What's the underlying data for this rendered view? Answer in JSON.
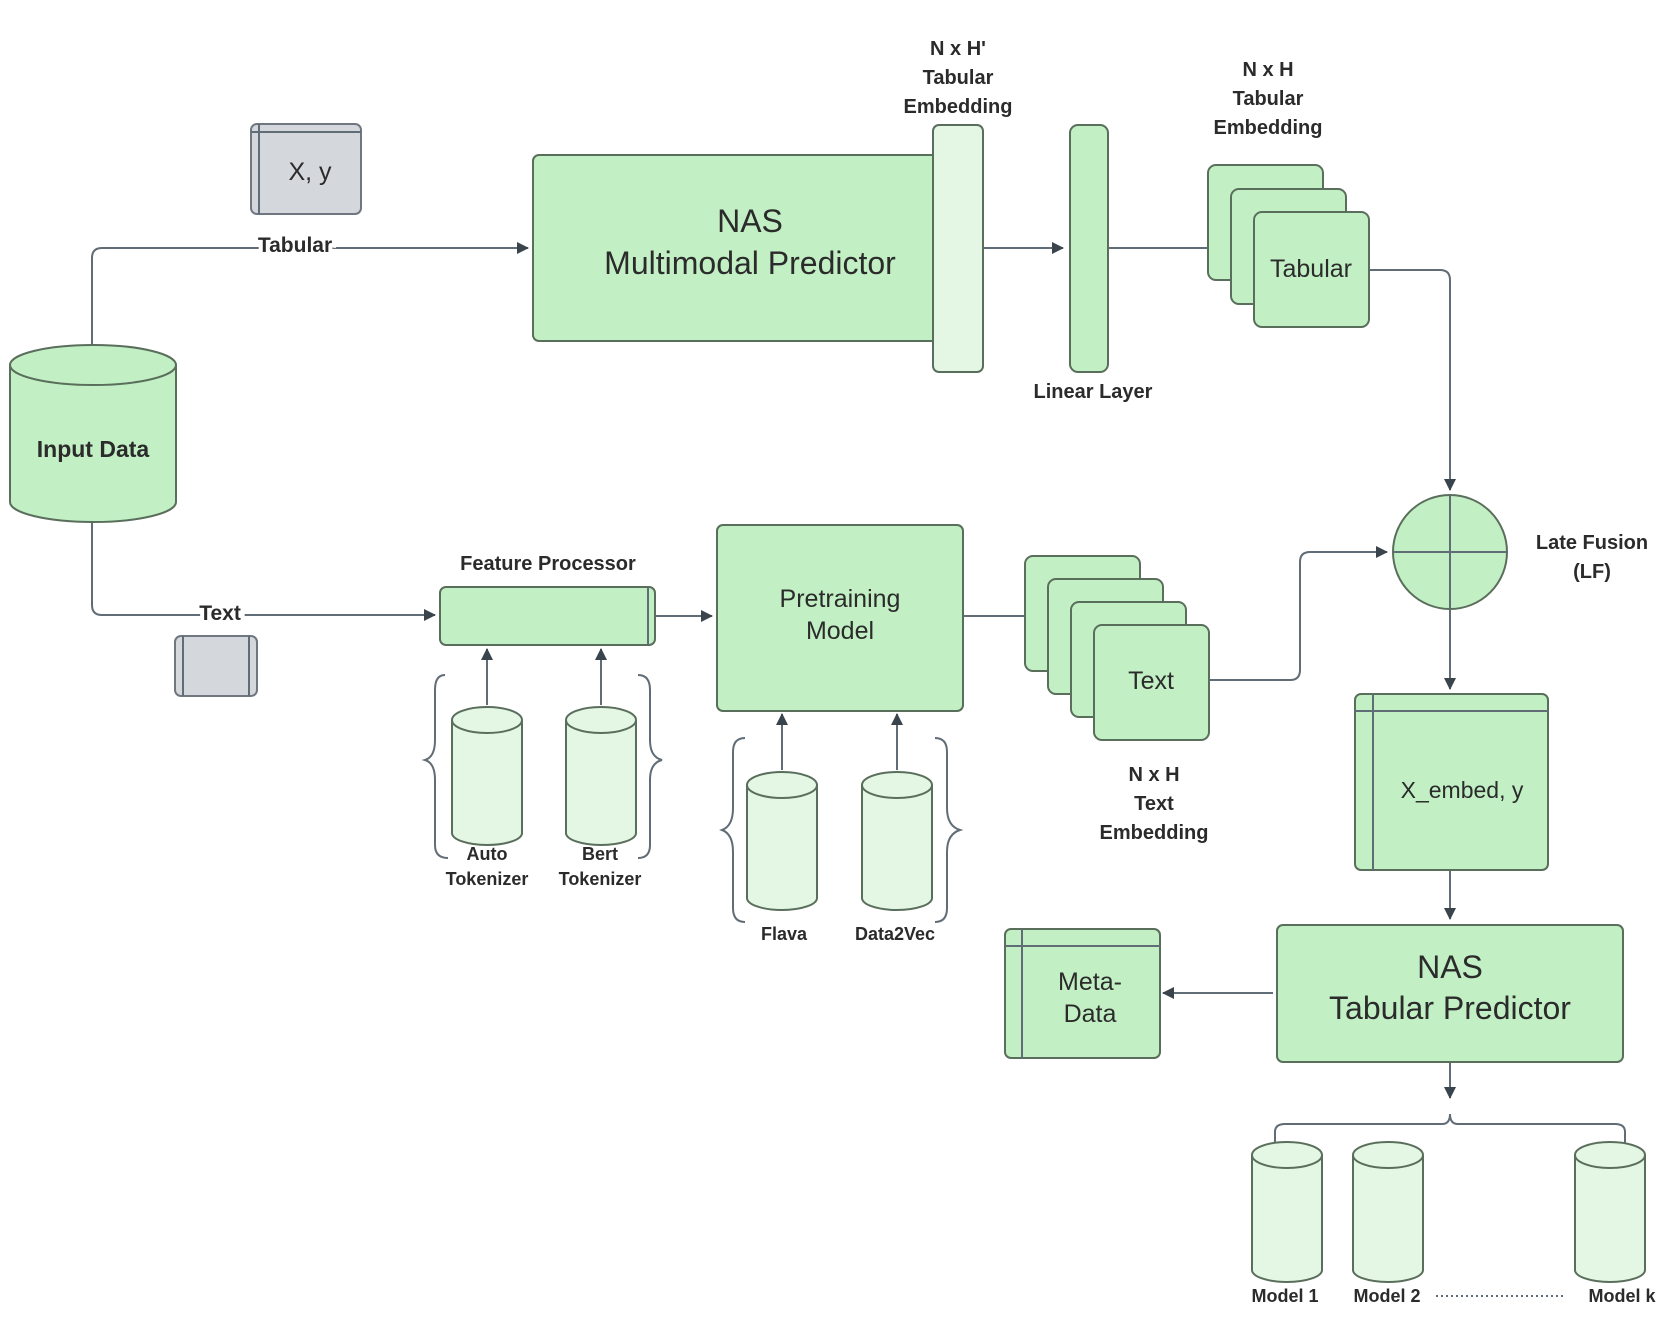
{
  "labels": {
    "xy": "X, y",
    "tabular_edge": "Tabular",
    "text_edge": "Text",
    "input_data": "Input Data",
    "nas_mm_line1": "NAS",
    "nas_mm_line2": "Multimodal Predictor",
    "emb_hprime_line1": "N x H'",
    "emb_hprime_line2": "Tabular",
    "emb_hprime_line3": "Embedding",
    "linear_layer": "Linear Layer",
    "tab_emb_line1": "N x H",
    "tab_emb_line2": "Tabular",
    "tab_emb_line3": "Embedding",
    "tabular_card": "Tabular",
    "late_fusion_line1": "Late Fusion",
    "late_fusion_line2": "(LF)",
    "feature_processor": "Feature Processor",
    "auto_tok_line1": "Auto",
    "auto_tok_line2": "Tokenizer",
    "bert_tok_line1": "Bert",
    "bert_tok_line2": "Tokenizer",
    "pretrain_line1": "Pretraining",
    "pretrain_line2": "Model",
    "flava": "Flava",
    "data2vec": "Data2Vec",
    "text_card": "Text",
    "text_emb_line1": "N x H",
    "text_emb_line2": "Text",
    "text_emb_line3": "Embedding",
    "x_embed": "X_embed, y",
    "nas_tab_line1": "NAS",
    "nas_tab_line2": "Tabular Predictor",
    "meta_line1": "Meta-",
    "meta_line2": "Data",
    "model1": "Model 1",
    "model2": "Model 2",
    "modelk": "Model k"
  },
  "colors": {
    "node_fill": "#c2f0c4",
    "node_fill_light": "#e4f7e4",
    "edge": "#606c76"
  }
}
